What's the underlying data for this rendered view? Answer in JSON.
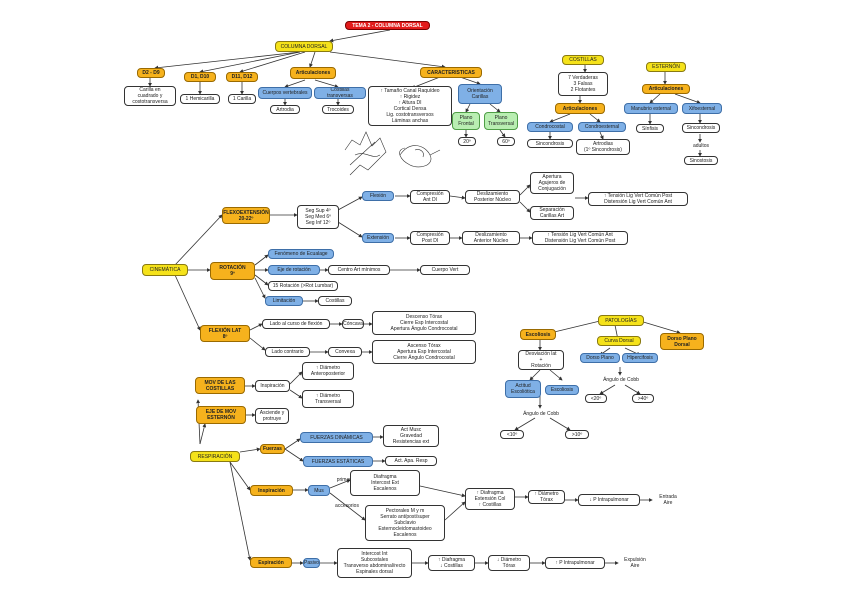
{
  "theme": {
    "colors": {
      "title": "#e21b1b",
      "yellow": "#f5e21a",
      "orange": "#f6b21d",
      "blue": "#7fb0e6",
      "green": "#b9eeb2",
      "white": "#ffffff"
    }
  },
  "nodes": {
    "title": "TEMA 2 - COLUMNA DORSAL",
    "columna_dorsal": "COLUMNA DORSAL",
    "d2_d9": "D2 - D9",
    "d1_d10": "D1, D10",
    "d11_d12": "D11, D12",
    "articulaciones": "Articulaciones",
    "caracteristicas": "CARACTERISTICAS",
    "d2_d9_desc": "Carilla en\ncuadrado y\ncostotransversa",
    "d1_d10_desc": "1 Hemicarilla",
    "d11_d12_desc": "1 Carilla",
    "cuerpos_vert": "Cuerpos vertebrales",
    "costillas_transv": "Costillas transversas",
    "artrodia": "Artrodia",
    "trocoides": "Trocoides",
    "carac_list": "↑ Tamaño Canal Raquídeo\n↑ Rigidez\n↑ Altura DI\nCortical Densa\nLig. costotransversos\nLáminas anchas",
    "orientacion_carillas": "Orientación\nCarillas",
    "plano_frontal": "Plano\nFrontal",
    "plano_transversal": "Plano\nTransversal",
    "angle_1": "20º",
    "angle_2": "60º",
    "costillas": "COSTILLAS",
    "costillas_list": "7 Verdaderas\n3 Falsas\n2 Flotantes",
    "articulaciones_2": "Articulaciones",
    "condrocostal": "Condrocostal",
    "condroesternal": "Condroesternal",
    "sincondrosis_1": "Sincondrosis",
    "artrodias_list": "Artrodias\n(1º Sincondrosis)",
    "esternon": "ESTERNÓN",
    "articulaciones_3": "Articulaciones",
    "manubrio_esternal": "Manubrio esternal",
    "xifoesternal": "Xifoesternal",
    "sinfisis": "Sínfisis",
    "sincondrosis_2": "Sincondrosis",
    "adultos": "adultos",
    "sinostosis": "Sinostosis",
    "cinematica": "CINEMÁTICA",
    "flexoextension": "FLEXOEXTENSIÓN\n20-22º",
    "seg_list": "Seg Sup 4º\nSeg Med 6º\nSeg Inf 12º",
    "flexion": "Flexión",
    "extension": "Extensión",
    "comprension_1": "Compresión\nAnt DI",
    "desliz_1": "Deslizamiento\nPosterior Núcleo",
    "apertura_agujeros": "Apertura\nAgujeros de\nConjugación",
    "separacion_carillas": "Separación\nCarillas Art",
    "tension_1": "↑ Tensión Lig Vert Común Post\nDistensión Lig Vert Común Ant",
    "comprension_2": "Compresión\nPost DI",
    "desliz_2": "Deslizamiento\nAnterior Núcleo",
    "tension_2": "↑ Tensión Lig Vert Común Ant\nDistensión Lig Vert Común Post",
    "rotacion": "ROTACIÓN\n9º",
    "fenomeno": "Fenómeno de Ecualage",
    "eje_rotacion": "Eje de rotación",
    "centro_art": "Centro Art mínimos",
    "cuerpo_vert": "Cuerpo Vert",
    "rotacion_lumbar": "15 Rotación (>Rot Lumbar)",
    "limitacion": "Limitación",
    "costillas_lim": "Costillas",
    "flexion_lat": "FLEXIÓN LAT\n8º",
    "lado_curso": "Lado al curso de flexión",
    "concava": "Cóncava",
    "concava_desc": "Descenso Tórax\nCierre Esp Intercostal\nApertura Ángulo Condrocostal",
    "lado_contrario": "Lado contrario",
    "convexa": "Convexa",
    "convexa_desc": "Ascenso Tórax\nApertura Esp Intercostal\nCierre Ángulo Condrocostal",
    "mov_costillas": "MOV DE LAS\nCOSTILLAS",
    "inspiracion_1": "Inspiración",
    "diametro_ap": "↑ Diámetro\nAnteroposterior",
    "diametro_transv": "↑ Diámetro\nTransversal",
    "eje_mov": "EJE DE MOV\nESTERNÓN",
    "eje_mov_desc": "Asciende y\nprotruye",
    "respiracion": "RESPIRACIÓN",
    "fuerzas": "Fuerzas",
    "fuerzas_dinamicas": "FUERZAS DINÁMICAS",
    "fuerzas_dinamicas_desc": "Act Musc\nGravedad\nResistencias ext",
    "fuerzas_estaticas": "FUERZAS ESTÁTICAS",
    "fuerzas_estaticas_desc": "Act. Apa. Resp",
    "inspiracion_2": "Inspiración",
    "mus": "Mus",
    "primarios": "primarios",
    "accesorios": "accesorios",
    "primarios_desc": "Diafragma\nIntercost Ext\nEscalenos",
    "accesorios_desc": "Pectorales M y m\nSerrato ant/post/super\nSubclavio\nEsternocleidomastoideo\nEscalenos",
    "diafragma_result": "↑ Diafragma\nExtensión Col\n↑ Costillas",
    "diametro_torax": "↑ Diámetro\nTórax",
    "p_intrapulmonar_1": "↓ P Intrapulmonar",
    "entrada_aire": "Entrada\nAire",
    "espiracion": "Espiración",
    "pasivo": "Pasivo",
    "espiracion_desc": "Intercost Int\nSubcostales\nTransverso abdominal/recto\nEspinales dorsal",
    "diafragma_costillas": "↑ Diafragma\n↓ Costillas",
    "diametro_2": "↓ Diámetro\nTórax",
    "p_intrapulmonar_2": "↑ P Intrapulmonar",
    "expulsion_aire": "Expulsión\nAire",
    "patologias": "PATOLOGÍAS",
    "escoliosis": "Escoliosis",
    "curva_dorsal": "Curva Dorsal",
    "dorsal_rigida": "Dorso Plano\nDorsal",
    "desviacion": "Desviación lat\n+\nRotación",
    "dorso_plano": "Dorso Plano",
    "hipercifosis": "Hipercifosis",
    "angulo_cobb_1": "Ángulo de Cobb",
    "actitud_escoliotica": "Actitud\nEscoliótica",
    "escoliosis_2": "Escoliosis",
    "lt20": "<20º",
    "gt40": ">40º",
    "angulo_cobb_2": "Ángulo de Cobb",
    "lt10": "<10º",
    "gt10": ">10º"
  }
}
